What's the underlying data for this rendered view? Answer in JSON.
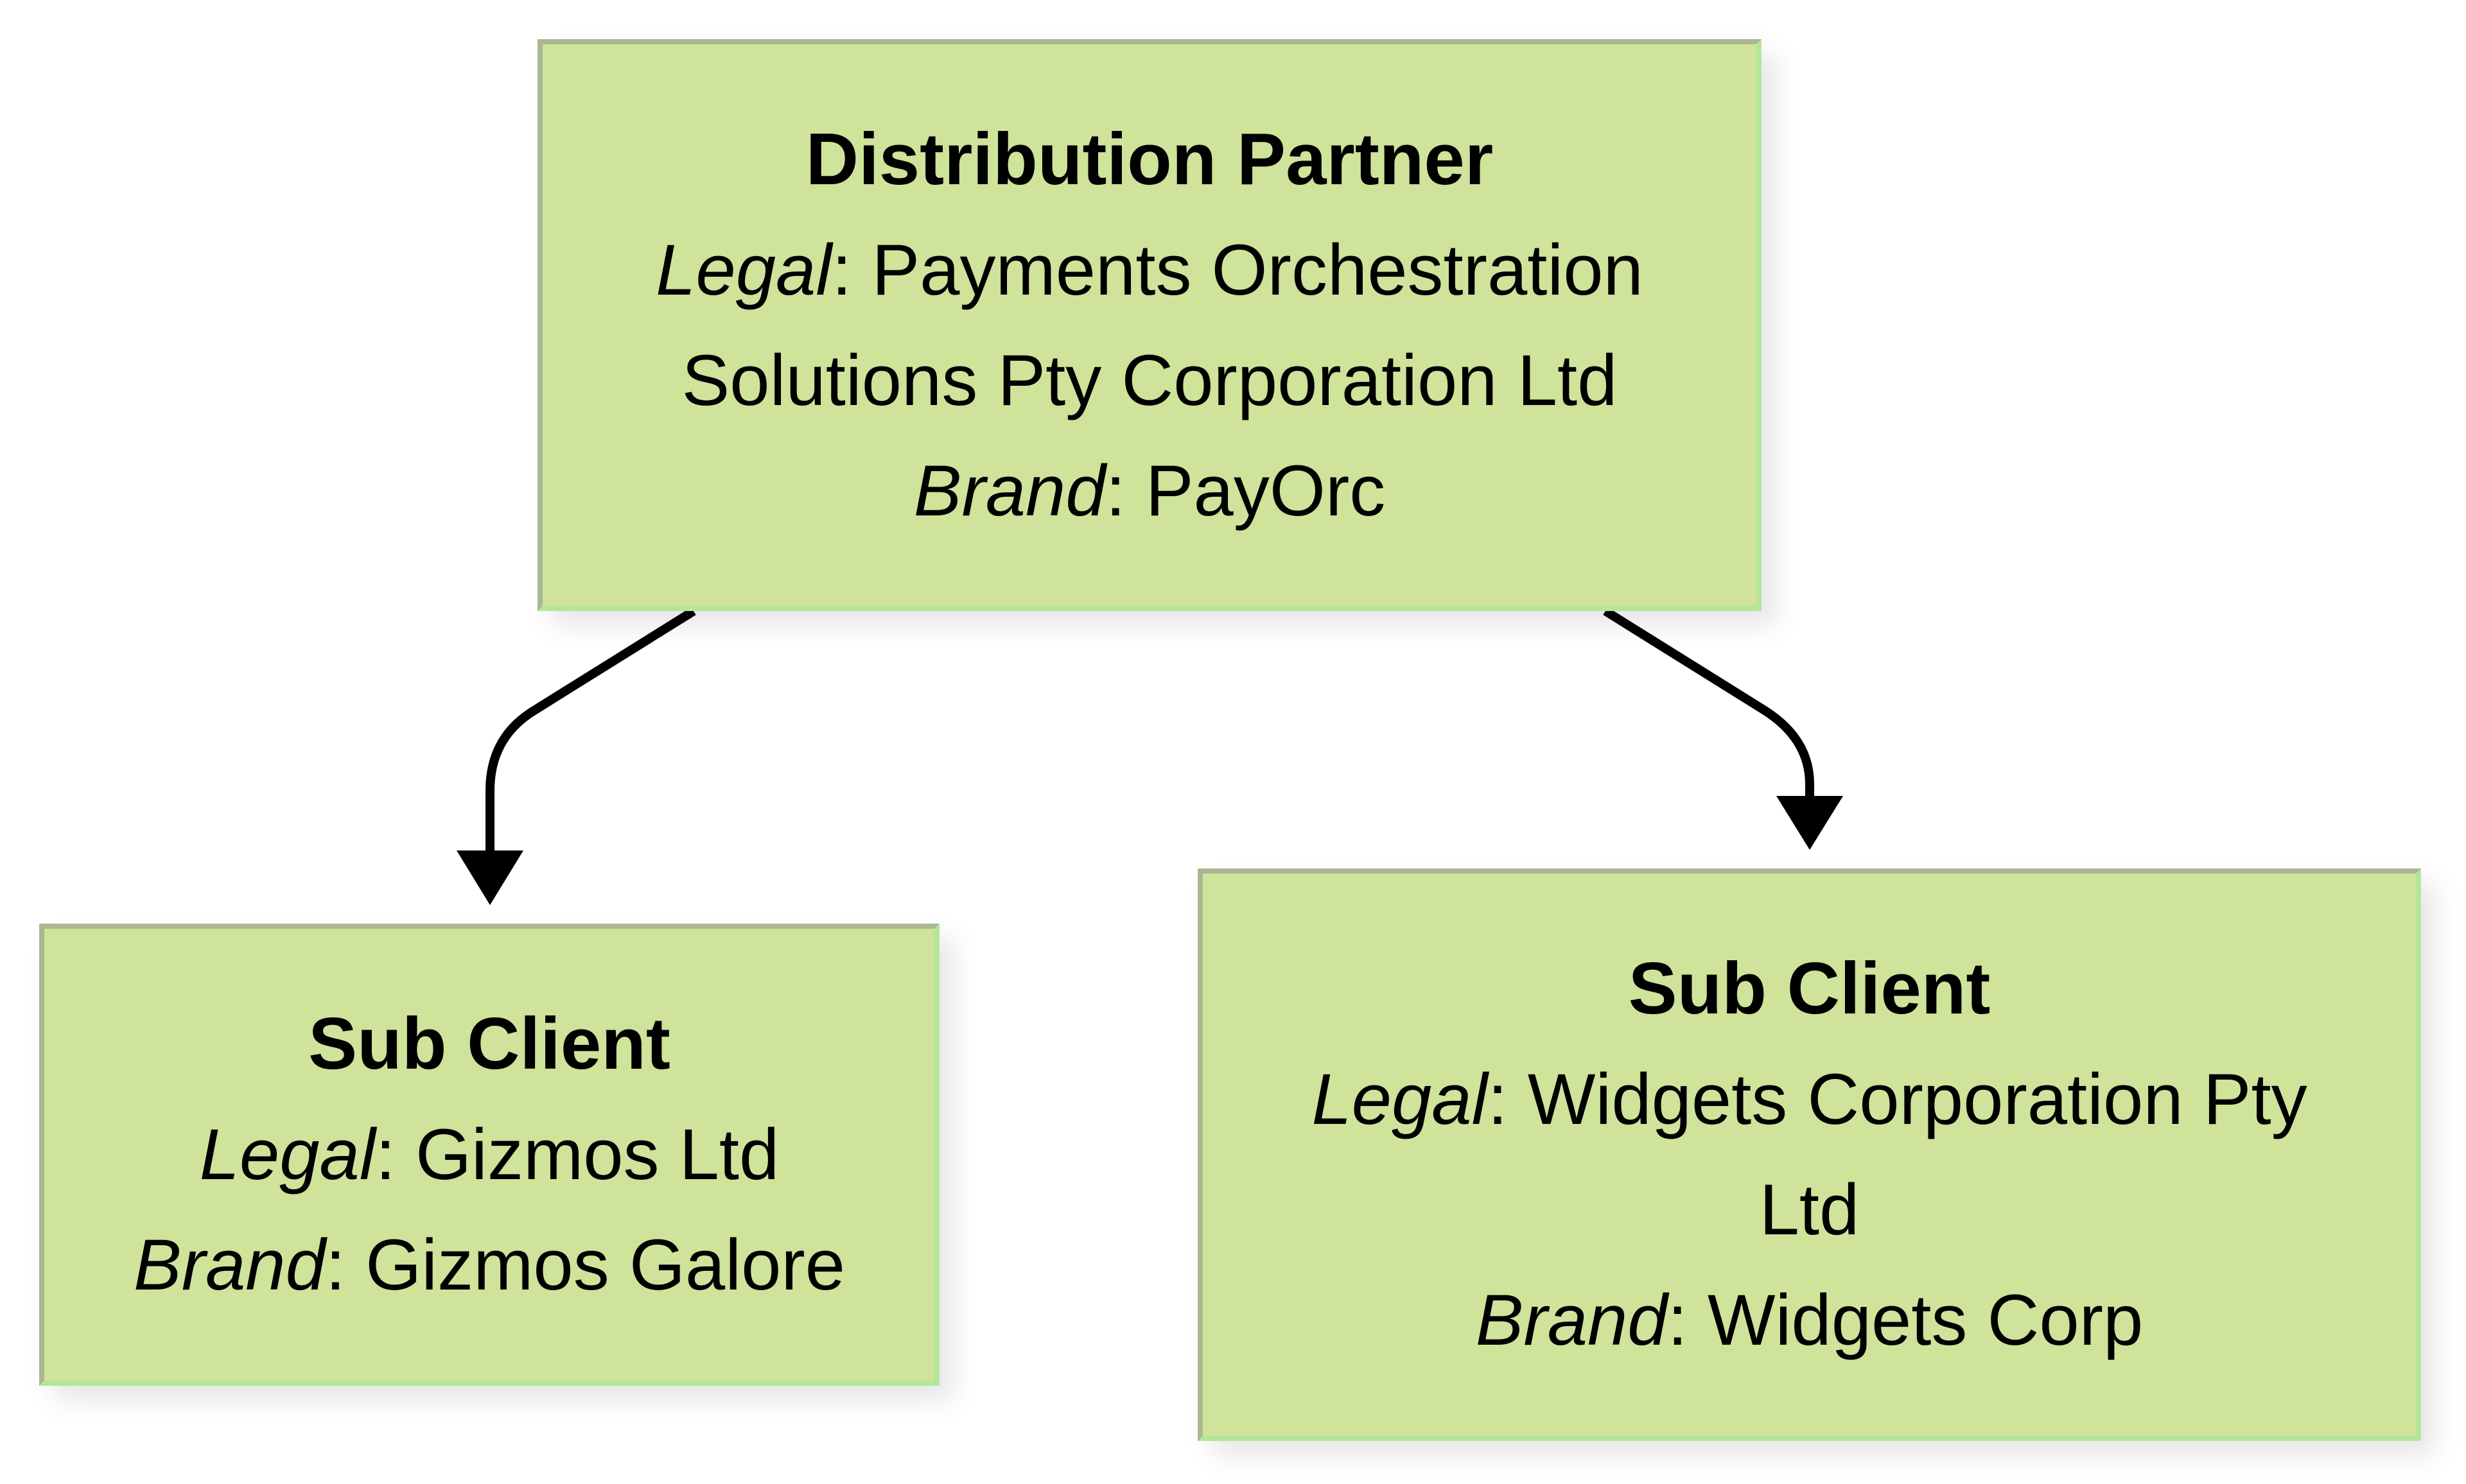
{
  "diagram": {
    "type": "hierarchy",
    "colors": {
      "node_fill": "#cfe39a",
      "node_border": "#aab792",
      "edge": "#000000"
    },
    "nodes": [
      {
        "id": "distribution-partner",
        "title": "Distribution Partner",
        "legal_label": "Legal",
        "legal_value_line1": ": Payments Orchestration",
        "legal_value_line2": "Solutions Pty Corporation Ltd",
        "brand_label": "Brand",
        "brand_value": ": PayOrc"
      },
      {
        "id": "sub-client-gizmos",
        "title": "Sub Client",
        "legal_label": "Legal",
        "legal_value_line1": ": Gizmos Ltd",
        "brand_label": "Brand",
        "brand_value": ": Gizmos Galore"
      },
      {
        "id": "sub-client-widgets",
        "title": "Sub Client",
        "legal_label": "Legal",
        "legal_value_line1": ": Widgets Corporation Pty",
        "legal_value_line2": "Ltd",
        "brand_label": "Brand",
        "brand_value": ": Widgets Corp"
      }
    ],
    "edges": [
      {
        "from": "distribution-partner",
        "to": "sub-client-gizmos"
      },
      {
        "from": "distribution-partner",
        "to": "sub-client-widgets"
      }
    ]
  }
}
